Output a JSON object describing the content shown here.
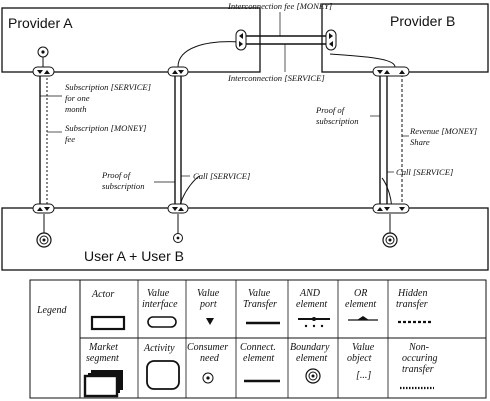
{
  "actors": {
    "provider_a": "Provider A",
    "provider_b": "Provider B",
    "users": "User A + User B"
  },
  "labels": {
    "interconnection_fee": "Interconnection fee [MONEY]",
    "interconnection_service": "Interconnection [SERVICE]",
    "subscription_service": [
      "Subscription [SERVICE]",
      "for one",
      "month"
    ],
    "subscription_money": [
      "Subscription [MONEY]",
      "fee"
    ],
    "proof_left": [
      "Proof of",
      "subscription"
    ],
    "call_left": "Call [SERVICE]",
    "proof_right": [
      "Proof of",
      "subscription"
    ],
    "revenue_share": [
      "Revenue  [MONEY]",
      "Share"
    ],
    "call_right": "Call [SERVICE]"
  },
  "legend": {
    "title": "Legend",
    "row1": [
      [
        "Actor"
      ],
      [
        "Value",
        "interface"
      ],
      [
        "Value",
        "port"
      ],
      [
        "Value",
        "Transfer"
      ],
      [
        "AND",
        "element"
      ],
      [
        "OR",
        "element"
      ],
      [
        "Hidden",
        "transfer"
      ]
    ],
    "row2": [
      [
        "Market",
        "segment"
      ],
      [
        "Activity"
      ],
      [
        "Consumer",
        "need"
      ],
      [
        "Connect.",
        "element"
      ],
      [
        "Boundary",
        "element"
      ],
      [
        "Value",
        "object"
      ],
      [
        "Non-",
        "occuring",
        "transfer"
      ]
    ],
    "value_object_symbol": "[...]"
  }
}
